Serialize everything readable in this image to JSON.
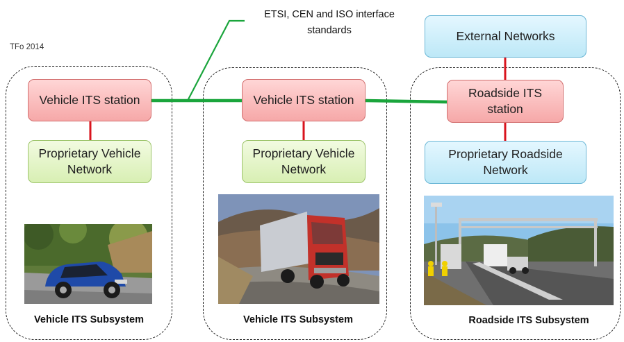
{
  "credit": "TFo 2014",
  "callout": "ETSI, CEN and ISO interface standards",
  "nodes": {
    "vehicle1_station": "Vehicle ITS station",
    "vehicle1_network": "Proprietary Vehicle Network",
    "vehicle2_station": "Vehicle ITS station",
    "vehicle2_network": "Proprietary Vehicle Network",
    "roadside_station": "Roadside  ITS station",
    "roadside_network": "Proprietary Roadside Network",
    "external_networks": "External Networks"
  },
  "subsystems": {
    "left": "Vehicle ITS Subsystem",
    "middle": "Vehicle ITS Subsystem",
    "right": "Roadside ITS Subsystem"
  },
  "colors": {
    "link_green": "#1aa53c",
    "link_red": "#d9141e",
    "its_station_fill": "#f6b0b0",
    "proprietary_vehicle_fill": "#dff2c0",
    "roadside_blue_fill": "#c6ecf8"
  },
  "photos": [
    "car-photo",
    "truck-photo",
    "roadside-gantry-photo"
  ]
}
